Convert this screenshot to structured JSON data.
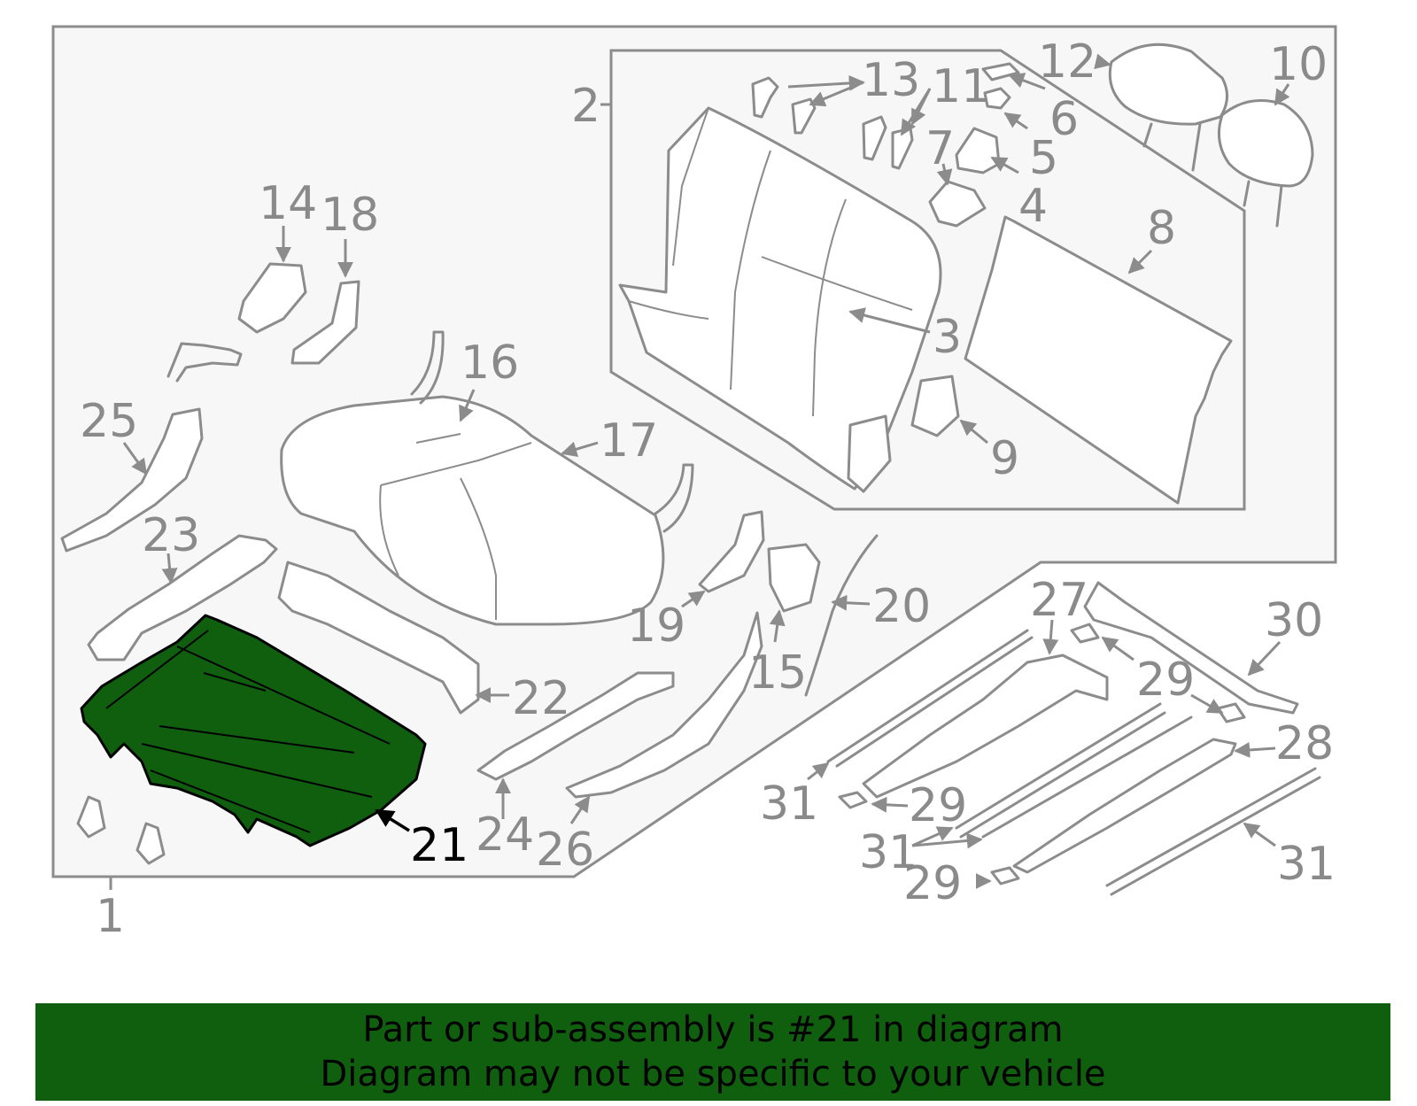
{
  "diagram": {
    "highlighted_part": "21",
    "highlight_color": "#0f5f0f",
    "frame_fill": "#f7f7f7",
    "line_color": "#8c8c8c",
    "callouts": {
      "c1": "1",
      "c2": "2",
      "c3": "3",
      "c4": "4",
      "c5": "5",
      "c6": "6",
      "c7": "7",
      "c8": "8",
      "c9": "9",
      "c10": "10",
      "c11": "11",
      "c12": "12",
      "c13": "13",
      "c14": "14",
      "c15": "15",
      "c16": "16",
      "c17": "17",
      "c18": "18",
      "c19": "19",
      "c20": "20",
      "c21": "21",
      "c22": "22",
      "c23": "23",
      "c24": "24",
      "c25": "25",
      "c26": "26",
      "c27": "27",
      "c28": "28",
      "c29": "29",
      "c30": "30",
      "c31": "31"
    }
  },
  "banner": {
    "line1": "Part or sub-assembly is #21 in diagram",
    "line2": "Diagram may not be specific to your vehicle",
    "background": "#0f5f0f"
  }
}
